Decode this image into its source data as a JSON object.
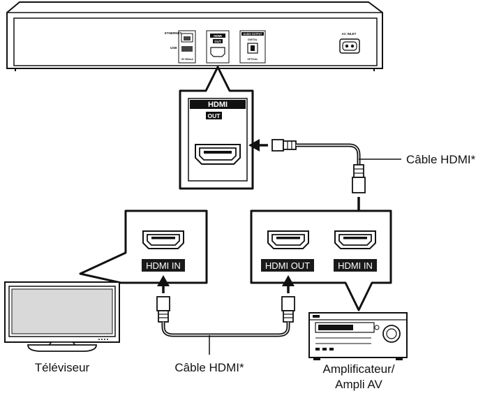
{
  "player_panel": {
    "ethernet_label": "ETHERNET",
    "usb_label": "USB",
    "usb_sub_label": "5V 500mA",
    "hdmi_label": "HDMI",
    "hdmi_out_label": "OUT",
    "audio_output_label": "AUDIO OUTPUT",
    "digital_label": "DIGITAL",
    "optical_label": "OPTICAL",
    "ac_inlet_label": "AC INLET"
  },
  "player_callout": {
    "hdmi_label": "HDMI",
    "out_label": "OUT"
  },
  "tv_callout": {
    "hdmi_in_label": "HDMI IN"
  },
  "amp_callout": {
    "hdmi_out_label": "HDMI OUT",
    "hdmi_in_label": "HDMI IN"
  },
  "labels": {
    "cable_top": "Câble HDMI*",
    "cable_bottom": "Câble HDMI*",
    "tv": "Téléviseur",
    "amp_line1": "Amplificateur/",
    "amp_line2": "Ampli AV"
  },
  "colors": {
    "line": "#111111",
    "label_bg": "#1a1a1a",
    "panel_fill": "#ffffff",
    "screen_fill": "#d9d9d9"
  }
}
